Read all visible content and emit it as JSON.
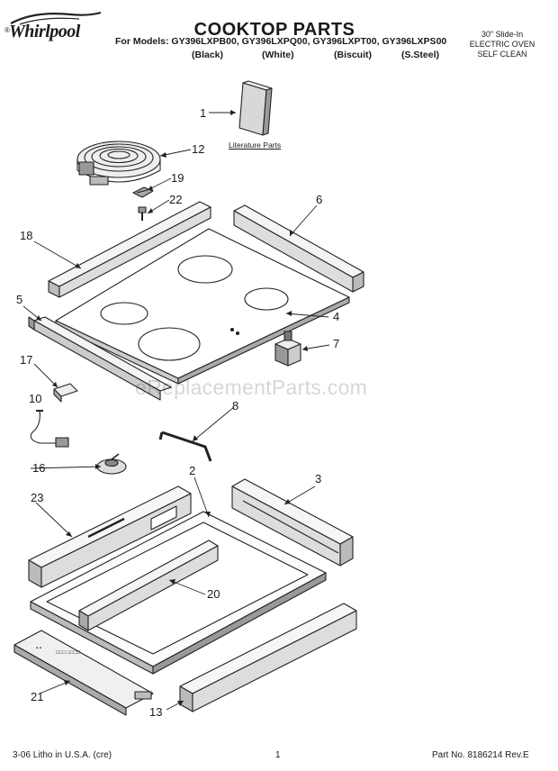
{
  "brand": {
    "name": "Whirlpool",
    "registered": "®"
  },
  "header": {
    "title": "COOKTOP PARTS",
    "models_line": "For Models: GY396LXPB00, GY396LXPQ00, GY396LXPT00, GY396LXPS00",
    "colors": [
      "(Black)",
      "(White)",
      "(Biscuit)",
      "(S.Steel)"
    ],
    "oven_info": [
      "30\" Slide-In",
      "ELECTRIC OVEN",
      "SELF CLEAN"
    ]
  },
  "diagram": {
    "literature_label": "Literature Parts",
    "callouts": [
      "1",
      "12",
      "19",
      "22",
      "6",
      "18",
      "5",
      "4",
      "7",
      "17",
      "8",
      "10",
      "16",
      "2",
      "3",
      "23",
      "20",
      "21",
      "13"
    ]
  },
  "watermark": "eReplacementParts.com",
  "footer": {
    "left": "3-06 Litho in U.S.A. (cre)",
    "page": "1",
    "part_no": "Part No. 8186214 Rev.E"
  }
}
